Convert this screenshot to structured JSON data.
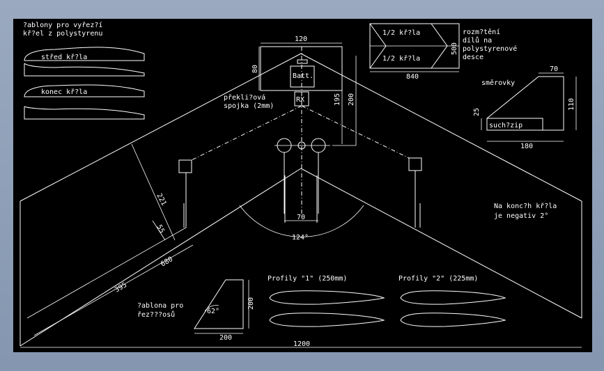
{
  "colors": {
    "background": "#000000",
    "linework": "#ffffff",
    "window_chrome": "#8fa0b8"
  },
  "notes": {
    "templates_title_l1": "?ablony pro vyřez?í",
    "templates_title_l2": "kř?el z polystyrenu",
    "center_wing": "střed kř?la",
    "wing_end": "konec kř?la",
    "layout_l1": "rozm?tění",
    "layout_l2": "dílů na",
    "layout_l3": "polystyrenové",
    "layout_l4": "desce",
    "half_wing_1": "1/2 kř?la",
    "half_wing_2": "1/2 kř?la",
    "rudders": "směrovky",
    "wingtip_l1": "Na konc?h kř?la",
    "wingtip_l2": "je negativ 2°",
    "cutting_template_l1": "?ablona pro",
    "cutting_template_l2": "řez???osů",
    "profiles_1": "Profily \"1\" (250mm)",
    "profiles_2": "Profily \"2\" (225mm)",
    "batt": "Batt.",
    "rx": "RX",
    "overlap_joint_l1": "překli?ová",
    "overlap_joint_l2": "spojka (2mm)",
    "such_zip": "such?zip"
  },
  "dimensions": {
    "d120": "120",
    "d80": "80",
    "d195": "195",
    "d200": "200",
    "d70_center": "70",
    "angle124": "124°",
    "d221": "221",
    "d55": "55",
    "d680": "680",
    "d395": "395",
    "d1200": "1200",
    "d500": "500",
    "d840": "840",
    "d70_rudder": "70",
    "d110": "110",
    "d25": "25",
    "d180": "180",
    "d200_tmpl_h": "200",
    "d200_tmpl_w": "200",
    "angle62": "62°"
  }
}
